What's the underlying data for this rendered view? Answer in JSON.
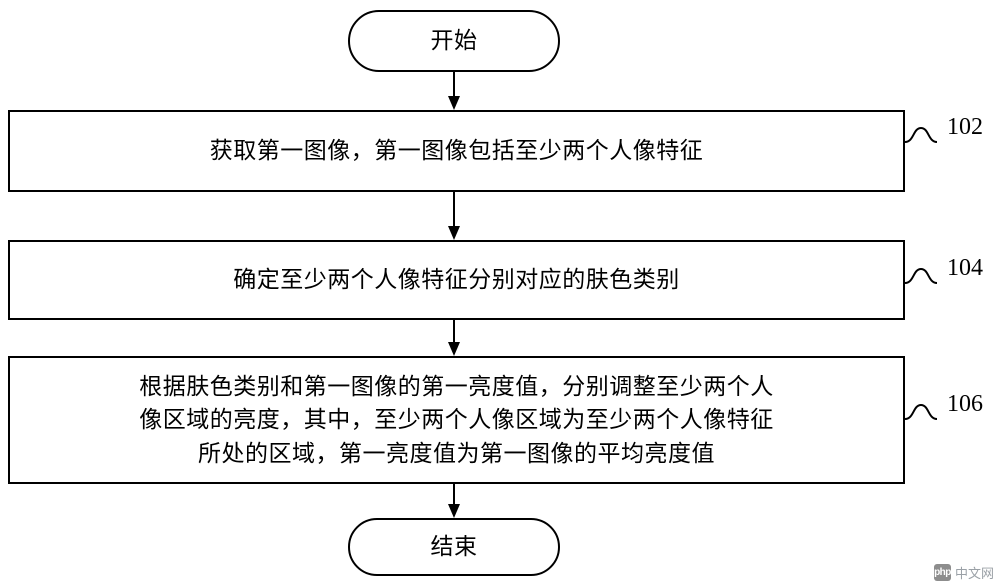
{
  "diagram": {
    "type": "flowchart",
    "title": "",
    "nodes": [
      {
        "id": "start",
        "shape": "terminal",
        "text": "开始"
      },
      {
        "id": "step102",
        "shape": "process",
        "text": "获取第一图像，第一图像包括至少两个人像特征",
        "ref": "102"
      },
      {
        "id": "step104",
        "shape": "process",
        "text": "确定至少两个人像特征分别对应的肤色类别",
        "ref": "104"
      },
      {
        "id": "step106",
        "shape": "process",
        "text": "根据肤色类别和第一图像的第一亮度值，分别调整至少两个人\n像区域的亮度，其中，至少两个人像区域为至少两个人像特征\n所处的区域，第一亮度值为第一图像的平均亮度值",
        "ref": "106"
      },
      {
        "id": "end",
        "shape": "terminal",
        "text": "结束"
      }
    ],
    "edges": [
      {
        "from": "start",
        "to": "step102",
        "arrow": "down"
      },
      {
        "from": "step102",
        "to": "step104",
        "arrow": "down"
      },
      {
        "from": "step104",
        "to": "step106",
        "arrow": "down"
      },
      {
        "from": "step106",
        "to": "end",
        "arrow": "down"
      }
    ],
    "ref_labels": [
      "102",
      "104",
      "106"
    ],
    "colors": {
      "stroke": "#000000",
      "fill": "#ffffff",
      "text": "#000000",
      "watermark": "#9aa0a6"
    }
  },
  "watermark": {
    "mark": "php",
    "text": "中文网"
  }
}
